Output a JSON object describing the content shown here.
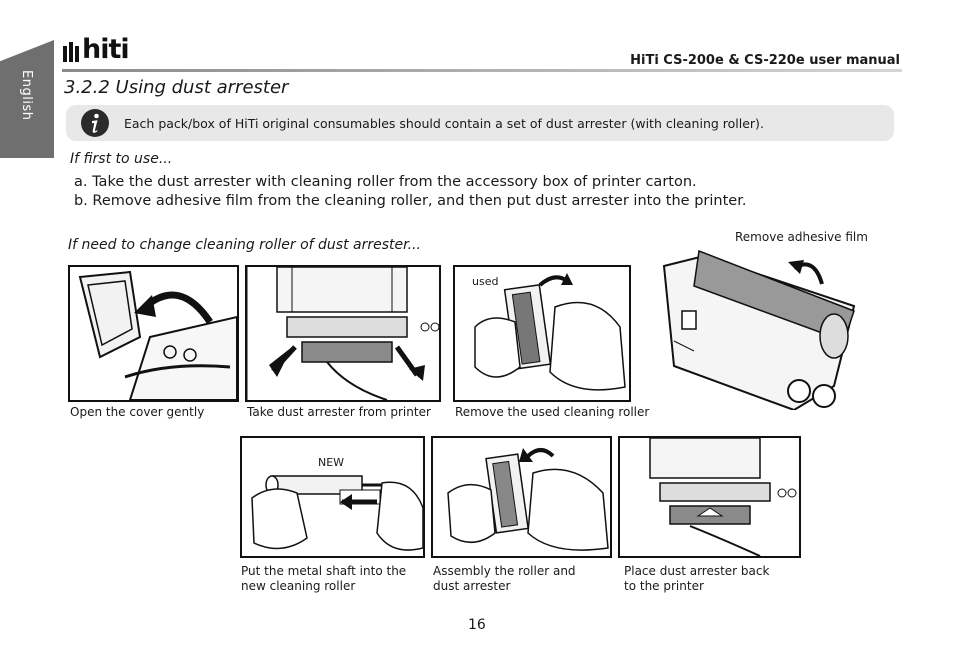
{
  "side_tab": {
    "label": "English"
  },
  "header": {
    "logo_text": "hiti",
    "manual_title": "HiTi CS-200e & CS-220e user manual"
  },
  "section": {
    "title": "3.2.2 Using dust arrester"
  },
  "note": {
    "icon": "info-icon",
    "text": "Each pack/box of HiTi original consumables should contain a set of dust arrester (with cleaning roller)."
  },
  "first_use": {
    "heading": "If first to use...",
    "steps": [
      "a. Take the dust arrester with cleaning roller from the accessory box of printer carton.",
      "b. Remove adhesive film from the cleaning roller, and then put dust arrester into the printer."
    ]
  },
  "change": {
    "heading": "If need to change cleaning roller of dust arrester...",
    "film_label": "Remove adhesive film",
    "row1": [
      {
        "caption": "Open the cover gently"
      },
      {
        "caption": "Take dust arrester from printer"
      },
      {
        "caption": "Remove the used cleaning roller",
        "inner_label": "used"
      }
    ],
    "row2": [
      {
        "caption_line1": "Put the metal shaft into the",
        "caption_line2": "new cleaning roller",
        "inner_label": "NEW"
      },
      {
        "caption_line1": "Assembly the roller and",
        "caption_line2": "dust arrester"
      },
      {
        "caption_line1": "Place dust arrester back",
        "caption_line2": "to the printer"
      }
    ]
  },
  "page_number": "16"
}
